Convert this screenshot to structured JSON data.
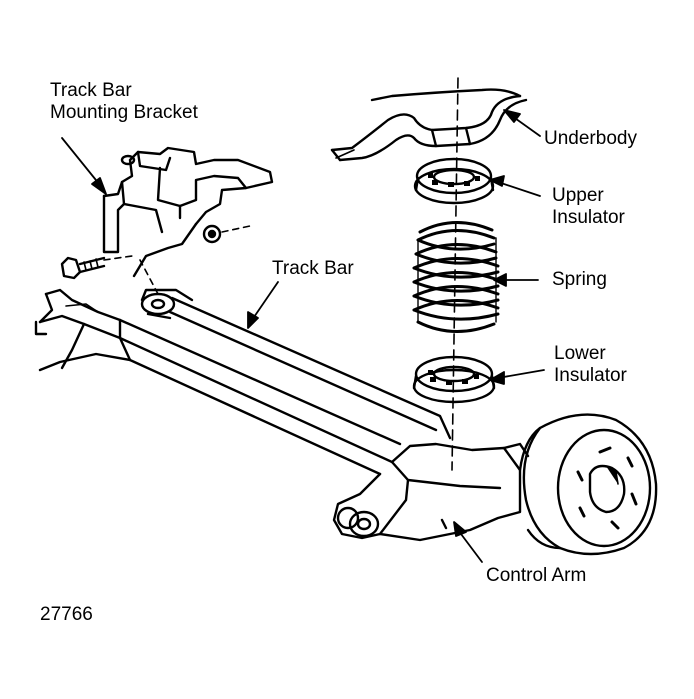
{
  "labels": {
    "track_bar_bracket": [
      "Track Bar",
      "Mounting Bracket"
    ],
    "underbody": "Underbody",
    "upper_insulator": [
      "Upper",
      "Insulator"
    ],
    "track_bar": "Track Bar",
    "spring": "Spring",
    "lower_insulator": [
      "Lower",
      "Insulator"
    ],
    "control_arm": "Control Arm"
  },
  "figure_number": "27766",
  "colors": {
    "ink": "#000000",
    "paper": "#ffffff"
  }
}
